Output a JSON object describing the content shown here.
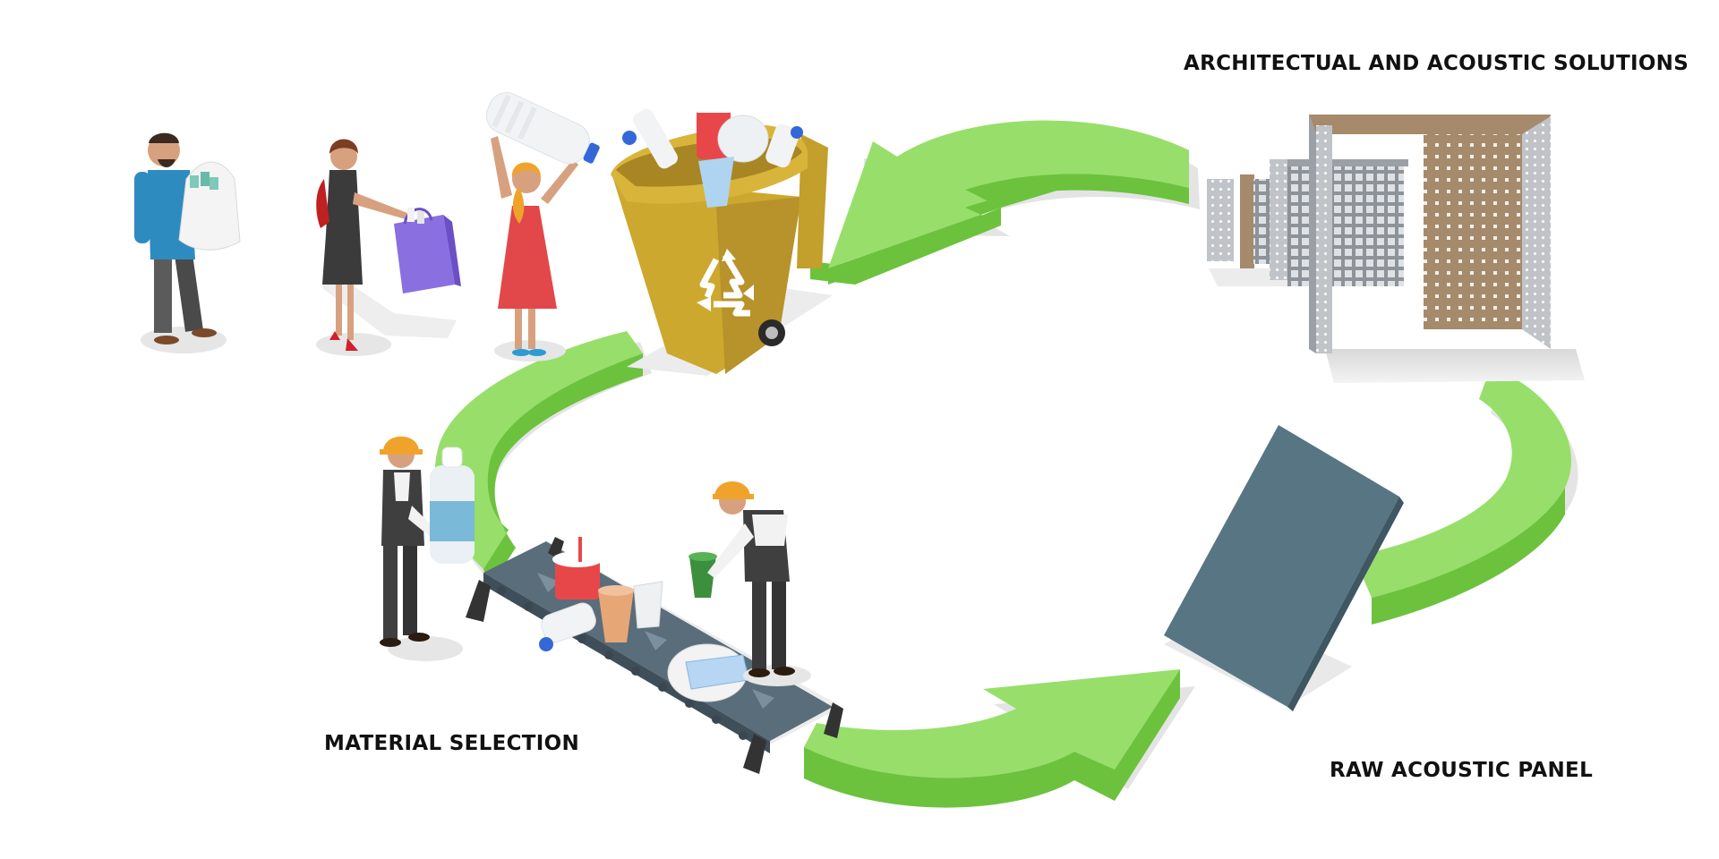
{
  "labels": {
    "architectural": "ARCHITECTUAL AND ACOUSTIC SOLUTIONS",
    "material_selection": "MATERIAL SELECTION",
    "raw_panel": "RAW ACOUSTIC PANEL"
  },
  "icons": [
    "recycle-icon"
  ],
  "colors": {
    "arrow_top": "#97df6a",
    "arrow_side": "#6cc23d",
    "bin": "#cda82e",
    "panel": "#587583",
    "wood": "#a58a6c",
    "metal": "#bcbfc3",
    "conveyor": "#5a6d7a"
  }
}
